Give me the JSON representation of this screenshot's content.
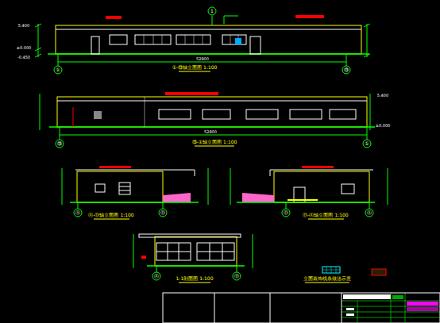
{
  "diagram": {
    "labels": [
      "①-⑬轴立面图 1:100",
      "⑬-①轴立面图 1:100",
      "Ⓐ-Ⓓ轴立面图 1:100",
      "Ⓓ-Ⓐ轴立面图 1:100",
      "1-1剖面图 1:100",
      "立面装饰线条做法示意",
      "52800",
      "52800",
      "①",
      "⑬",
      "⑬",
      "①",
      "Ⓐ",
      "Ⓓ",
      "Ⓓ",
      "Ⓐ",
      "Ⓐ",
      "Ⓓ",
      "1",
      "5.400",
      "±0.000",
      "-0.450",
      "5.400",
      "±0.000"
    ]
  }
}
